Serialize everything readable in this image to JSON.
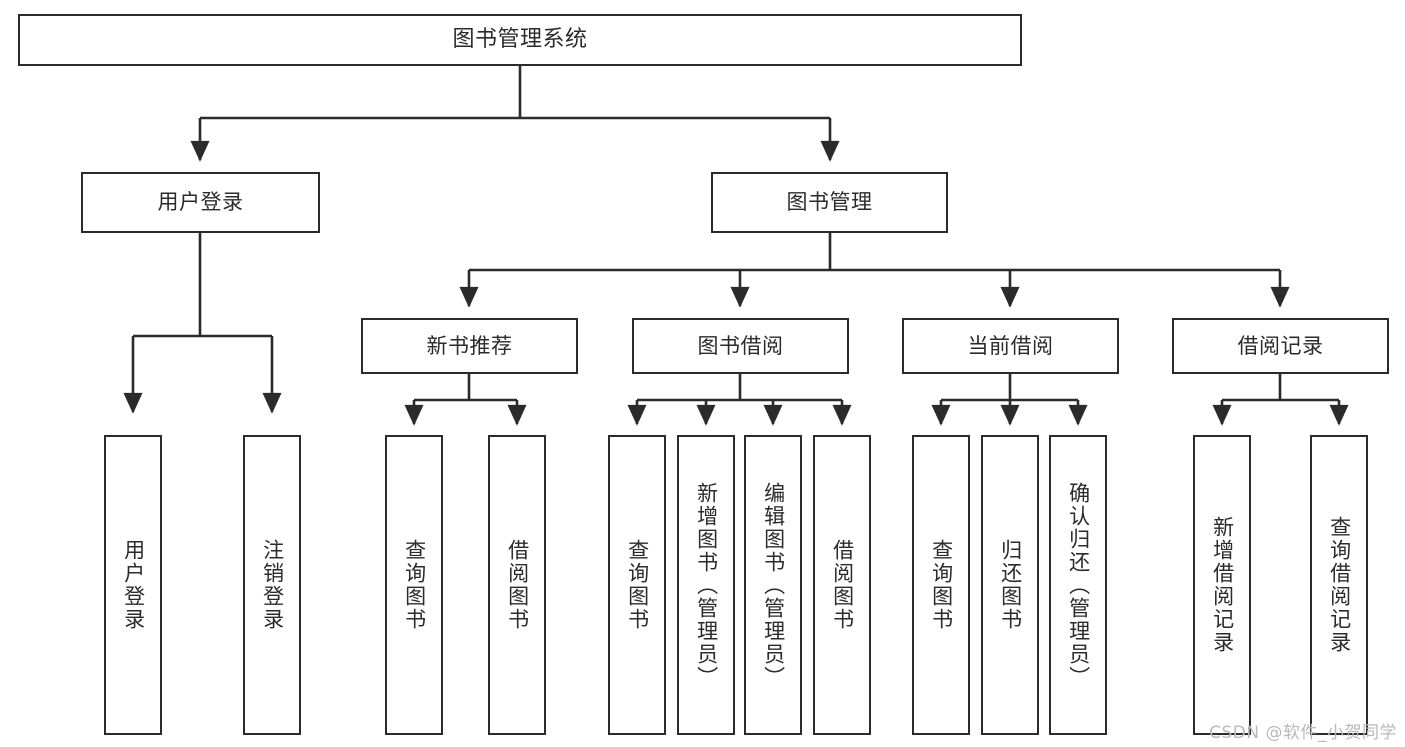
{
  "diagram": {
    "title": "图书管理系统",
    "watermark": "CSDN @软件_小贺同学",
    "colors": {
      "background": "#ffffff",
      "stroke": "#2b2b2b",
      "node_fill": "#ffffff",
      "text": "#2b2b2b",
      "watermark": "#b9b9b9"
    },
    "root": {
      "label": "图书管理系统"
    },
    "level1": [
      {
        "label": "用户登录"
      },
      {
        "label": "图书管理"
      }
    ],
    "level2": [
      {
        "label": "新书推荐"
      },
      {
        "label": "图书借阅"
      },
      {
        "label": "当前借阅"
      },
      {
        "label": "借阅记录"
      }
    ],
    "leaves": {
      "user_login": [
        {
          "label": "用户登录"
        },
        {
          "label": "注销登录"
        }
      ],
      "new_book": [
        {
          "label": "查询图书"
        },
        {
          "label": "借阅图书"
        }
      ],
      "book_borrow": [
        {
          "label": "查询图书"
        },
        {
          "label": "新增图书（管理员）"
        },
        {
          "label": "编辑图书（管理员）"
        },
        {
          "label": "借阅图书"
        }
      ],
      "current_borrow": [
        {
          "label": "查询图书"
        },
        {
          "label": "归还图书"
        },
        {
          "label": "确认归还（管理员）"
        }
      ],
      "borrow_record": [
        {
          "label": "新增借阅记录"
        },
        {
          "label": "查询借阅记录"
        }
      ]
    }
  }
}
